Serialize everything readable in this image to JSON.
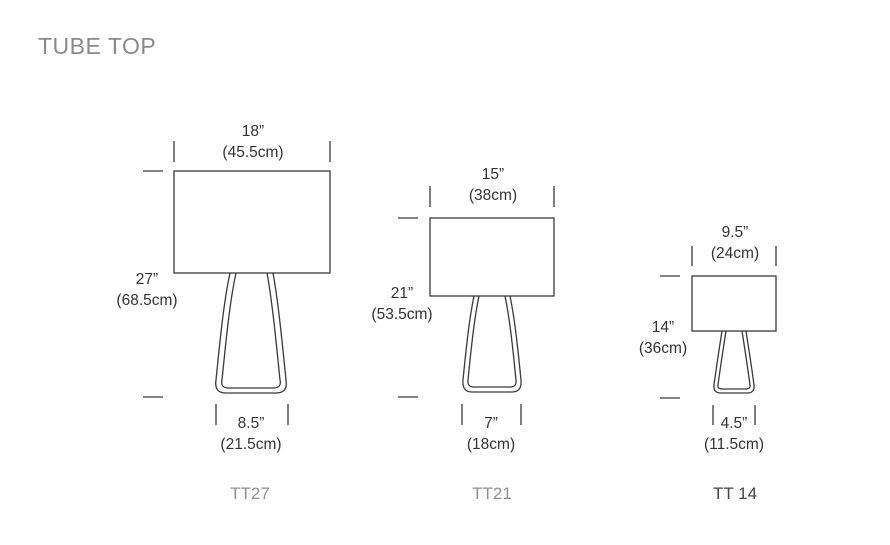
{
  "title": "TUBE TOP",
  "colors": {
    "stroke": "#3a3a3a",
    "title": "#8a8a8a",
    "model": "#8f8f8f"
  },
  "lamps": [
    {
      "model": "TT27",
      "width_in": "18”",
      "width_cm": "(45.5cm)",
      "height_in": "27”",
      "height_cm": "(68.5cm)",
      "base_in": "8.5”",
      "base_cm": "(21.5cm)"
    },
    {
      "model": "TT21",
      "width_in": "15”",
      "width_cm": "(38cm)",
      "height_in": "21”",
      "height_cm": "(53.5cm)",
      "base_in": "7”",
      "base_cm": "(18cm)"
    },
    {
      "model": "TT 14",
      "width_in": "9.5”",
      "width_cm": "(24cm)",
      "height_in": "14”",
      "height_cm": "(36cm)",
      "base_in": "4.5”",
      "base_cm": "(11.5cm)"
    }
  ]
}
